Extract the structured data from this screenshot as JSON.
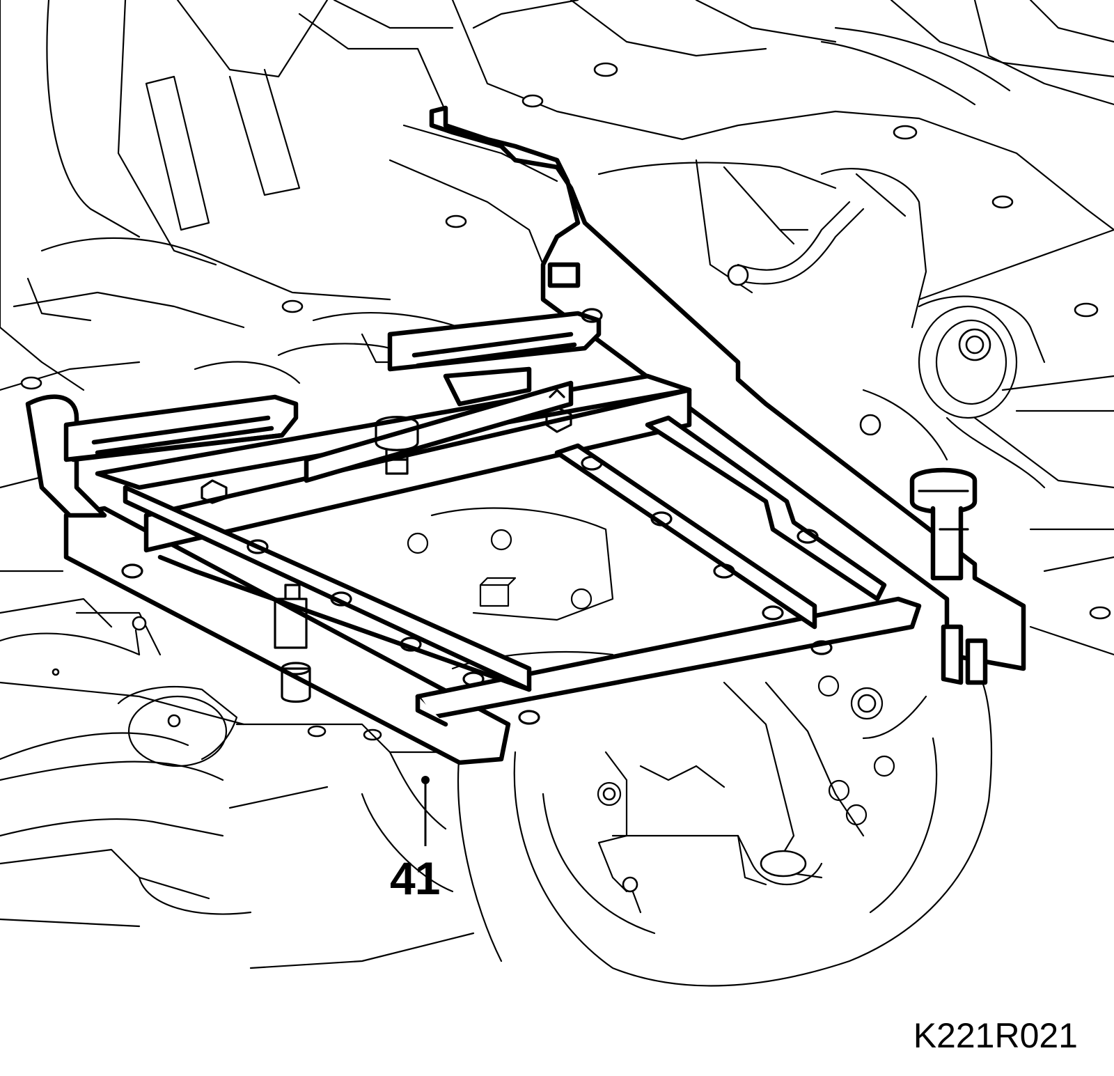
{
  "figure": {
    "callout_number": "41",
    "reference_code": "K221R021",
    "colors": {
      "ink": "#000000",
      "paper": "#ffffff"
    },
    "icons": [
      "subframe-support-fixture",
      "vehicle-underbody"
    ]
  }
}
